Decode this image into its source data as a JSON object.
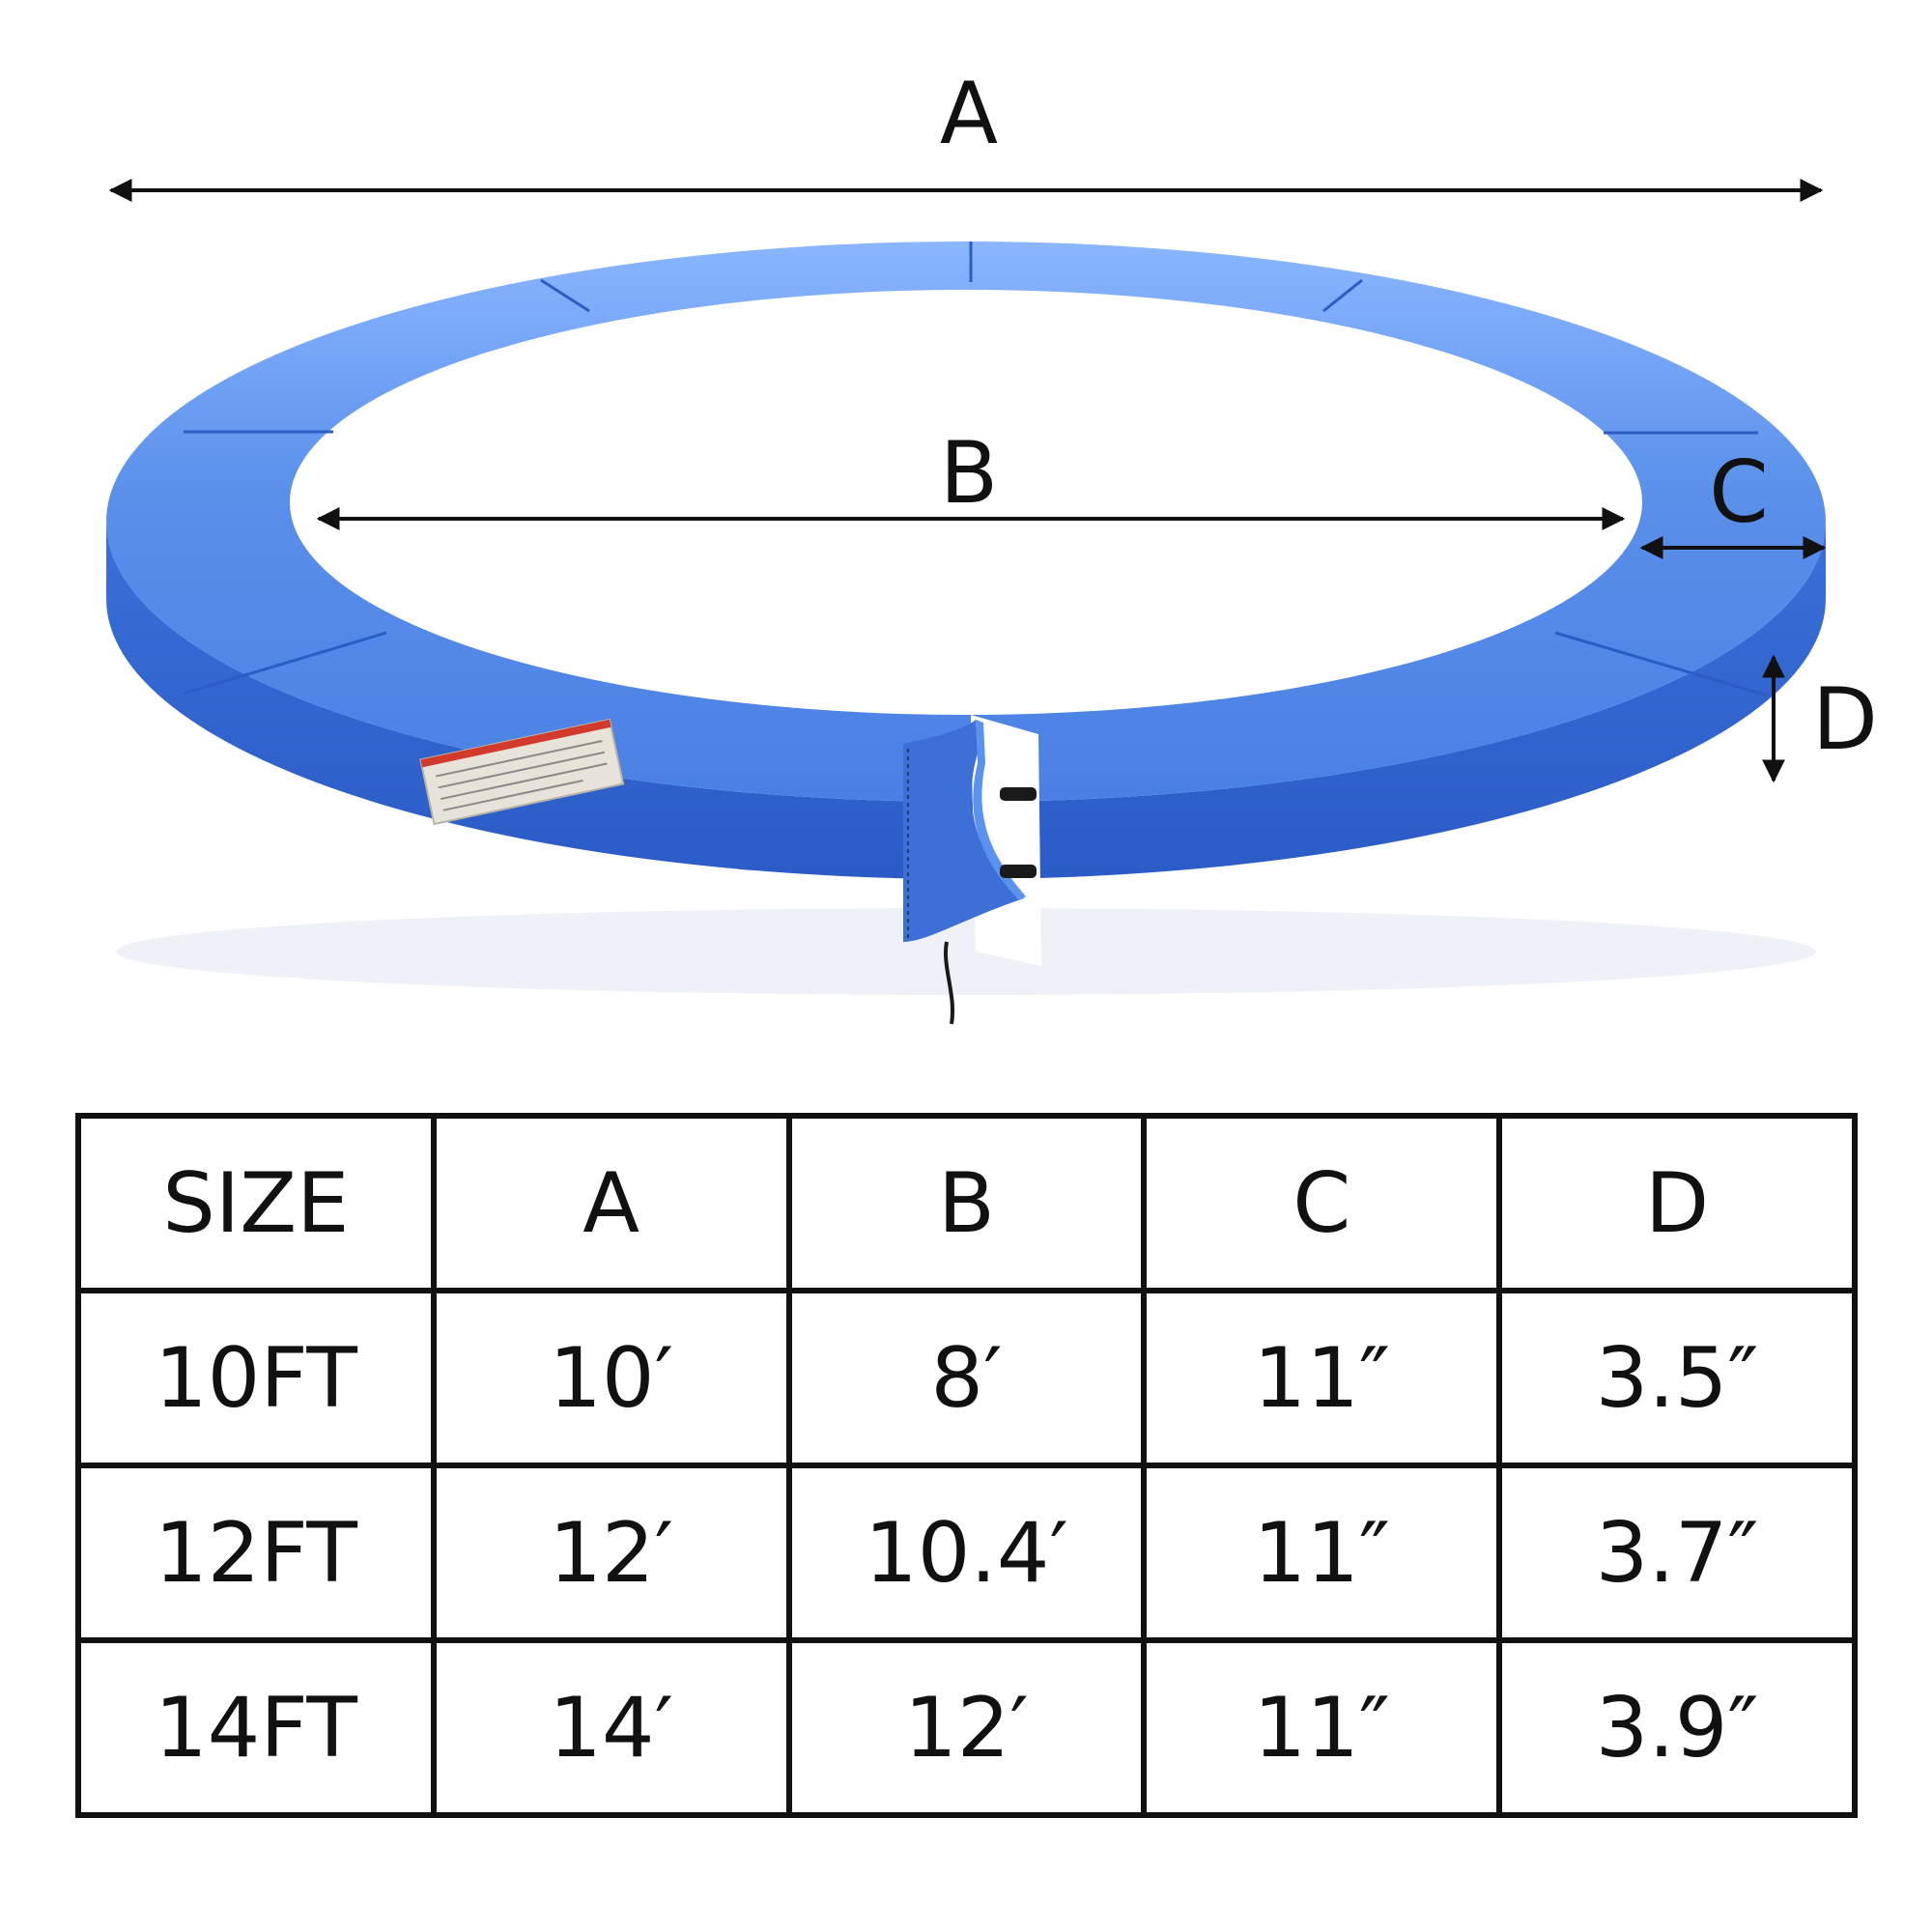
{
  "diagram": {
    "labels": {
      "a": "A",
      "b": "B",
      "c": "C",
      "d": "D"
    },
    "colors": {
      "pad_top": "#4d86e6",
      "pad_side": "#2f62cf",
      "pad_highlight": "#9cc2ff",
      "arrow": "#111111"
    }
  },
  "table": {
    "headers": [
      "SIZE",
      "A",
      "B",
      "C",
      "D"
    ],
    "rows": [
      [
        "10FT",
        "10′",
        "8′",
        "11″",
        "3.5″"
      ],
      [
        "12FT",
        "12′",
        "10.4′",
        "11″",
        "3.7″"
      ],
      [
        "14FT",
        "14′",
        "12′",
        "11″",
        "3.9″"
      ]
    ]
  }
}
